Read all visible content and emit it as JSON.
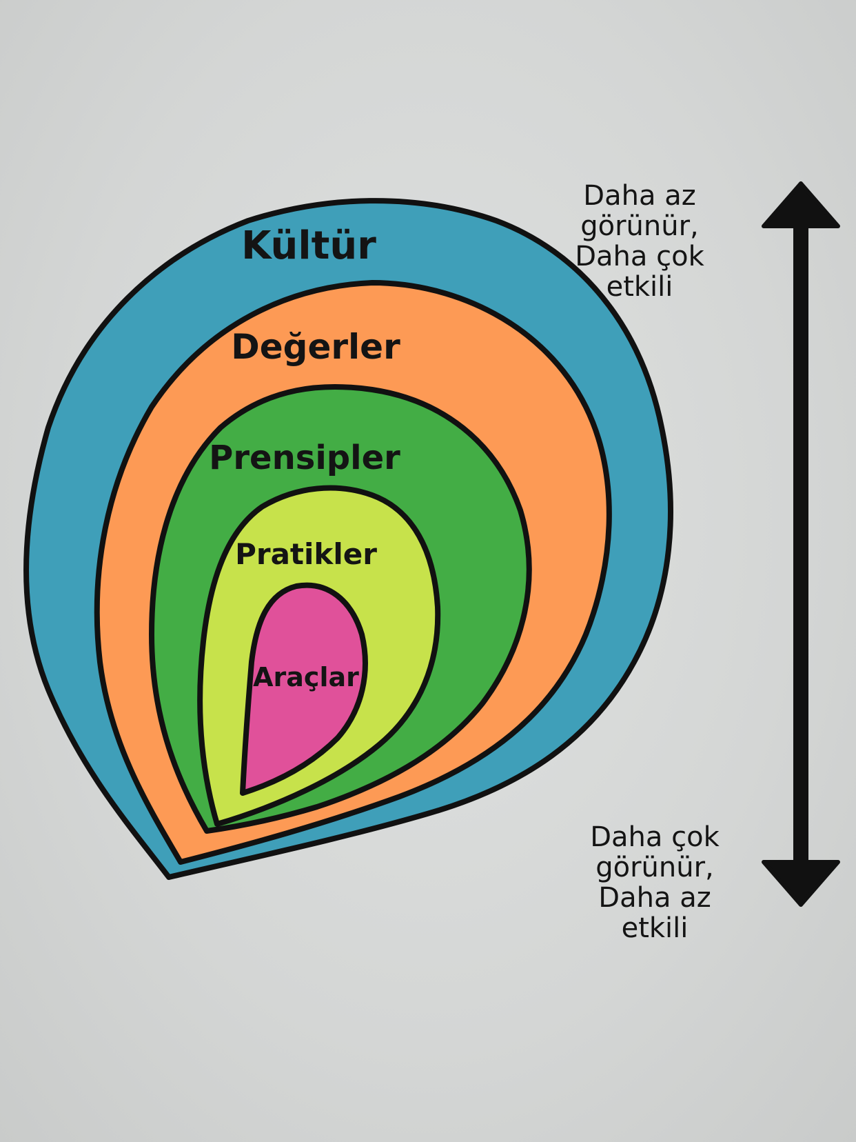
{
  "diagram": {
    "layers": [
      {
        "id": "kultur",
        "label": "Kültür",
        "color": "#3f9fb9"
      },
      {
        "id": "degerler",
        "label": "Değerler",
        "color": "#fd9a55"
      },
      {
        "id": "prensipler",
        "label": "Prensipler",
        "color": "#43ad45"
      },
      {
        "id": "pratikler",
        "label": "Pratikler",
        "color": "#c7e24b"
      },
      {
        "id": "araclar",
        "label": "Araçlar",
        "color": "#e0519a"
      }
    ],
    "scale": {
      "top_note": [
        "Daha az",
        "görünür,",
        "Daha çok",
        "etkili"
      ],
      "bottom_note": [
        "Daha çok",
        "görünür,",
        "Daha az",
        "etkili"
      ]
    }
  }
}
